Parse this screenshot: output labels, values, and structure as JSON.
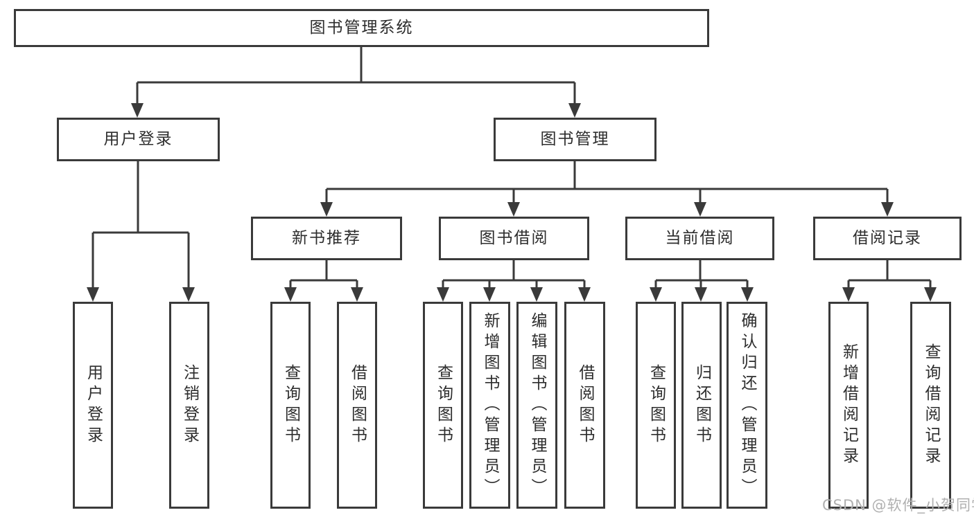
{
  "diagram": {
    "root": {
      "label": "图书管理系统"
    },
    "branches": [
      {
        "label": "用户登录",
        "children": [
          {
            "label": "用户登录"
          },
          {
            "label": "注销登录"
          }
        ]
      },
      {
        "label": "图书管理",
        "children": [
          {
            "label": "新书推荐",
            "children": [
              {
                "label": "查询图书"
              },
              {
                "label": "借阅图书"
              }
            ]
          },
          {
            "label": "图书借阅",
            "children": [
              {
                "label": "查询图书"
              },
              {
                "label": "新增图书（管理员）"
              },
              {
                "label": "编辑图书（管理员）"
              },
              {
                "label": "借阅图书"
              }
            ]
          },
          {
            "label": "当前借阅",
            "children": [
              {
                "label": "查询图书"
              },
              {
                "label": "归还图书"
              },
              {
                "label": "确认归还（管理员）"
              }
            ]
          },
          {
            "label": "借阅记录",
            "children": [
              {
                "label": "新增借阅记录"
              },
              {
                "label": "查询借阅记录"
              }
            ]
          }
        ]
      }
    ]
  },
  "watermark": {
    "text": "CSDN @软件_小贺同学"
  },
  "colors": {
    "line": "#3a3a3a",
    "text": "#2d2d2d",
    "box_fill": "#ffffff",
    "background": "#ffffff",
    "watermark": "#b0b0b0"
  }
}
